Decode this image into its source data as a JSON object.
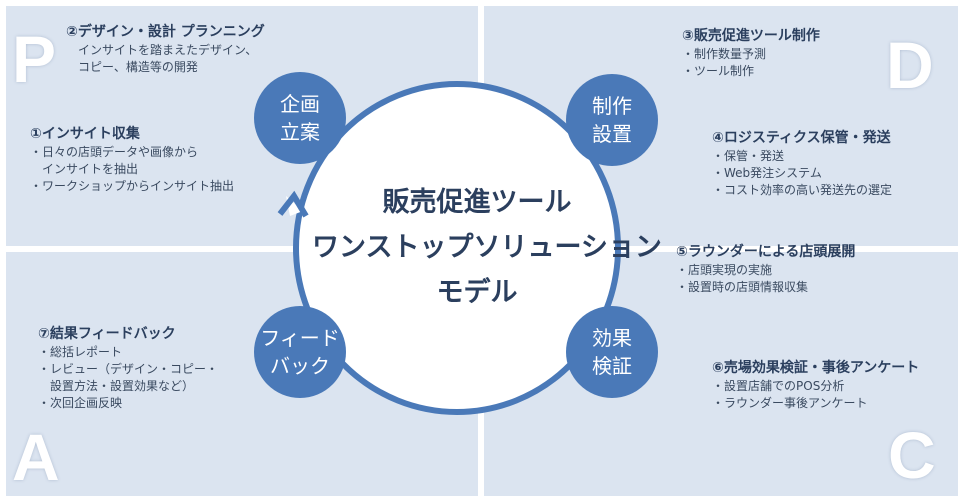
{
  "quadrants": {
    "p": "P",
    "d": "D",
    "a": "A",
    "c": "C"
  },
  "center": {
    "line1": "販売促進ツール",
    "line2": "ワンストップソリューション",
    "line3": "モデル"
  },
  "nodes": {
    "plan": {
      "line1": "企画",
      "line2": "立案"
    },
    "make": {
      "line1": "制作",
      "line2": "設置"
    },
    "feedback": {
      "line1": "フィード",
      "line2": "バック"
    },
    "verify": {
      "line1": "効果",
      "line2": "検証"
    }
  },
  "blocks": {
    "design": {
      "title": "②デザイン・設計 プランニング",
      "items": [
        "インサイトを踏まえたデザイン、",
        "コピー、構造等の開発"
      ]
    },
    "insight": {
      "title": "①インサイト収集",
      "items": [
        "日々の店頭データや画像から",
        "インサイトを抽出",
        "ワークショップからインサイト抽出"
      ]
    },
    "tool": {
      "title": "③販売促進ツール制作",
      "items": [
        "制作数量予測",
        "ツール制作"
      ]
    },
    "logistics": {
      "title": "④ロジスティクス保管・発送",
      "items": [
        "保管・発送",
        "Web発注システム",
        "コスト効率の高い発送先の選定"
      ]
    },
    "rounder": {
      "title": "⑤ラウンダーによる店頭展開",
      "items": [
        "店頭実現の実施",
        "設置時の店頭情報収集"
      ]
    },
    "result": {
      "title": "⑦結果フィードバック",
      "items": [
        "総括レポート",
        "レビュー（デザイン・コピー・",
        "設置方法・設置効果など）",
        "次回企画反映"
      ]
    },
    "survey": {
      "title": "⑥売場効果検証・事後アンケート",
      "items": [
        "設置店舗でのPOS分析",
        "ラウンダー事後アンケート"
      ]
    }
  },
  "colors": {
    "quadrant_bg": "#dbe4f0",
    "node_fill": "#4a79b8",
    "ring_stroke": "#4a79b8",
    "text_dark": "#2b3f5e"
  },
  "icons": {
    "cycle_arrow": "arrow-up-icon"
  }
}
